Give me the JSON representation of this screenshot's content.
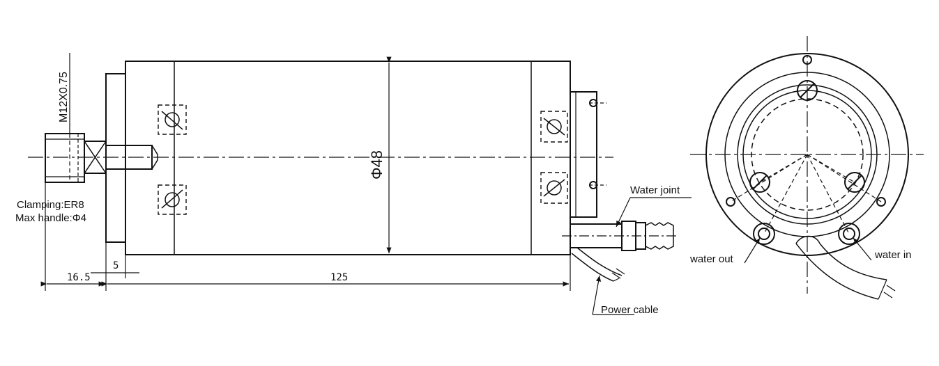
{
  "labels": {
    "thread": "M12X0.75",
    "diameter": "Φ48",
    "clamping": "Clamping:ER8",
    "max_handle": "Max handle:Φ4",
    "water_joint": "Water joint",
    "power_cable": "Power cable",
    "water_out": "water out",
    "water_in": "water in"
  },
  "dimensions": {
    "d1": "16.5",
    "d2": "5",
    "d3": "125"
  },
  "colors": {
    "line": "#111111",
    "background": "#ffffff"
  }
}
